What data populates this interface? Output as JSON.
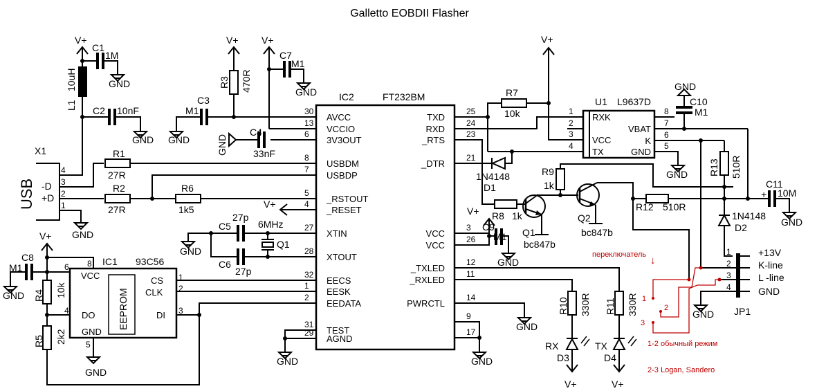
{
  "title": "Galletto EOBDII Flasher",
  "power": {
    "vplus": "V+",
    "gnd": "GND"
  },
  "usb": {
    "ref": "X1",
    "label": "USB",
    "dminus": "-D",
    "dplus": "+D",
    "pins": [
      "4",
      "3",
      "2",
      "1"
    ]
  },
  "passives": {
    "L1": {
      "ref": "L1",
      "value": "10uH"
    },
    "C1": {
      "ref": "C1",
      "value": "1M"
    },
    "C2": {
      "ref": "C2",
      "value": "10nF"
    },
    "C3": {
      "ref": "C3",
      "value": "M1"
    },
    "C4": {
      "ref": "C4",
      "value": "33nF"
    },
    "C5": {
      "ref": "C5",
      "value": "27p"
    },
    "C6": {
      "ref": "C6",
      "value": "27p"
    },
    "C7": {
      "ref": "C7",
      "value": "M1"
    },
    "C8": {
      "ref": "C8",
      "value": "M1"
    },
    "C9": {
      "ref": "C9",
      "value": "M1"
    },
    "C10": {
      "ref": "C10",
      "value": "M1"
    },
    "C11": {
      "ref": "C11",
      "value": "10M",
      "polarity": "+"
    },
    "R1": {
      "ref": "R1",
      "value": "27R"
    },
    "R2": {
      "ref": "R2",
      "value": "27R"
    },
    "R3": {
      "ref": "R3",
      "value": "470R"
    },
    "R4": {
      "ref": "R4",
      "value": "10k"
    },
    "R5": {
      "ref": "R5",
      "value": "2k2"
    },
    "R6": {
      "ref": "R6",
      "value": "1k5"
    },
    "R7": {
      "ref": "R7",
      "value": "10k"
    },
    "R8": {
      "ref": "R8",
      "value": "1k"
    },
    "R9": {
      "ref": "R9",
      "value": "1k"
    },
    "R10": {
      "ref": "R10",
      "value": "330R"
    },
    "R11": {
      "ref": "R11",
      "value": "330R"
    },
    "R12": {
      "ref": "R12",
      "value": "510R"
    },
    "R13": {
      "ref": "R13",
      "value": "510R"
    },
    "Q1xtal": {
      "ref": "Q1",
      "value": "6MHz"
    }
  },
  "ic2": {
    "ref": "IC2",
    "part": "FT232BM",
    "left_pins": [
      {
        "num": "30",
        "name": "AVCC"
      },
      {
        "num": "13",
        "name": "VCCIO"
      },
      {
        "num": "6",
        "name": "3V3OUT"
      },
      {
        "num": "8",
        "name": "USBDM"
      },
      {
        "num": "7",
        "name": "USBDP"
      },
      {
        "num": "5",
        "name": "_RSTOUT"
      },
      {
        "num": "4",
        "name": "_RESET"
      },
      {
        "num": "27",
        "name": "XTIN"
      },
      {
        "num": "28",
        "name": "XTOUT"
      },
      {
        "num": "32",
        "name": "EECS"
      },
      {
        "num": "1",
        "name": "EESK"
      },
      {
        "num": "2",
        "name": "EEDATA"
      },
      {
        "num": "31",
        "name": "TEST"
      },
      {
        "num": "29",
        "name": "AGND"
      }
    ],
    "right_pins": [
      {
        "num": "25",
        "name": "TXD"
      },
      {
        "num": "24",
        "name": "RXD"
      },
      {
        "num": "23",
        "name": "_RTS"
      },
      {
        "num": "21",
        "name": "_DTR"
      },
      {
        "num": "3",
        "name": "VCC"
      },
      {
        "num": "26",
        "name": "VCC"
      },
      {
        "num": "12",
        "name": "_TXLED"
      },
      {
        "num": "11",
        "name": "_RXLED"
      },
      {
        "num": "14",
        "name": "PWRCTL"
      },
      {
        "num": "9",
        "name": ""
      },
      {
        "num": "17",
        "name": ""
      }
    ]
  },
  "ic1": {
    "ref": "IC1",
    "part": "93C56",
    "inner": "EEPROM",
    "pins": [
      {
        "num": "8",
        "name": ""
      },
      {
        "num": "6",
        "name": "VCC"
      },
      {
        "num": "4",
        "name": "DO"
      },
      {
        "num": "5",
        "name": "GND"
      },
      {
        "num": "1",
        "name": "CS"
      },
      {
        "num": "2",
        "name": "CLK"
      },
      {
        "num": "3",
        "name": "DI"
      }
    ]
  },
  "u1": {
    "ref": "U1",
    "part": "L9637D",
    "left_pins": [
      {
        "num": "1",
        "name": "RXK"
      },
      {
        "num": "2",
        "name": ""
      },
      {
        "num": "3",
        "name": "VCC"
      },
      {
        "num": "4",
        "name": "TX"
      }
    ],
    "right_pins": [
      {
        "num": "8",
        "name": ""
      },
      {
        "num": "7",
        "name": "VBAT"
      },
      {
        "num": "6",
        "name": "K"
      },
      {
        "num": "5",
        "name": "GND"
      }
    ]
  },
  "semis": {
    "D1": {
      "ref": "D1",
      "value": "1N4148"
    },
    "D2": {
      "ref": "D2",
      "value": "1N4148"
    },
    "D3": {
      "ref": "D3",
      "label": "RX"
    },
    "D4": {
      "ref": "D4",
      "label": "TX"
    },
    "Q1": {
      "ref": "Q1",
      "value": "bc847b"
    },
    "Q2": {
      "ref": "Q2",
      "value": "bc847b"
    }
  },
  "jp1": {
    "ref": "JP1",
    "pins": [
      {
        "num": "1",
        "name": "+13V"
      },
      {
        "num": "2",
        "name": "K-line"
      },
      {
        "num": "3",
        "name": "L -line"
      },
      {
        "num": "4",
        "name": "GND"
      }
    ]
  },
  "switch": {
    "label": "переключатель",
    "arrow": "↓",
    "positions": [
      "1",
      "2",
      "3"
    ],
    "mode_normal": "1-2 обычный режим",
    "mode_logan": "2-3 Logan, Sandero"
  }
}
